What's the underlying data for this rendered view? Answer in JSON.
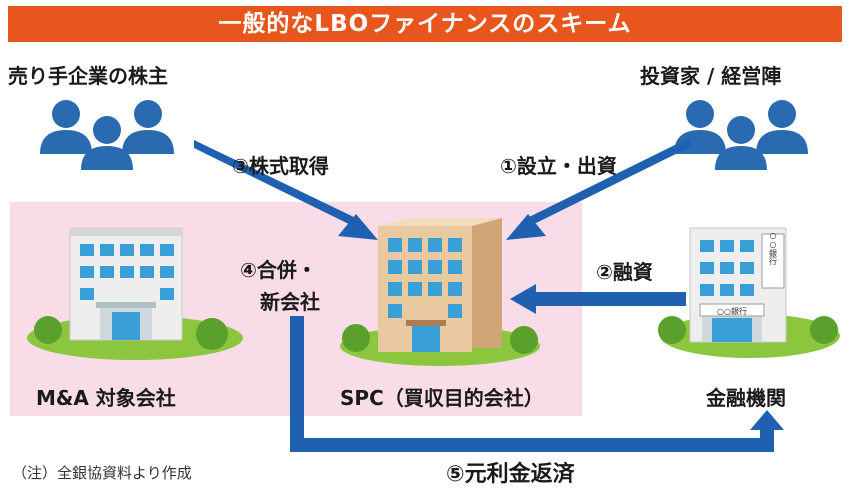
{
  "title": "一般的なLBOファイナンスのスキーム",
  "actors": {
    "sellers": "売り手企業の株主",
    "investors": "投資家 / 経営陣",
    "target": "M&A 対象会社",
    "spc": "SPC（買収目的会社）",
    "bank": "金融機関",
    "bank_sign": "○○銀行",
    "bank_sign_small": "○○銀行"
  },
  "flows": {
    "step1": "①設立・出資",
    "step2": "②融資",
    "step3": "③株式取得",
    "step4_line1": "④合併・",
    "step4_line2": "新会社",
    "step5": "⑤元利金返済"
  },
  "note": "（注）全銀協資料より作成",
  "colors": {
    "title_bg": "#e8561e",
    "arrow": "#2060b0",
    "people": "#2a6ab0",
    "zone": "#f8dde8",
    "grass": "#8cc63f"
  }
}
